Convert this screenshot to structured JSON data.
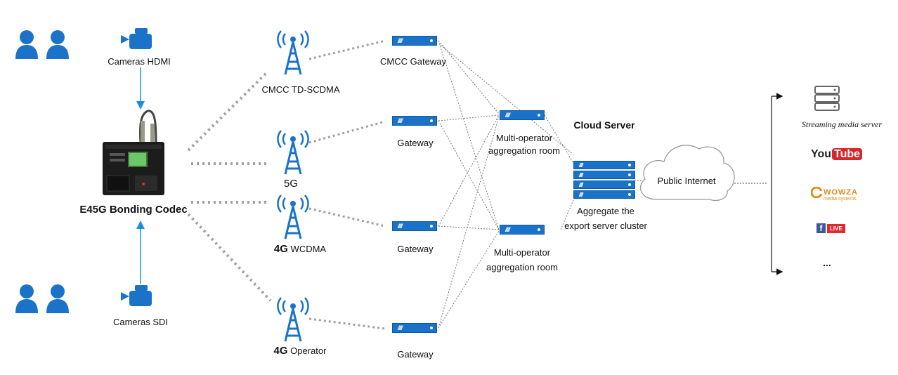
{
  "labels": {
    "cameras_hdmi": "Cameras HDMI",
    "cameras_sdi": "Cameras SDI",
    "encoder": "E45G Bonding Codec",
    "cmcc_tower": "CMCC TD-SCDMA",
    "fiveg_tower": "5G",
    "wcdma_tower_prefix": "4G",
    "wcdma_tower_suffix": "WCDMA",
    "operator_tower_prefix": "4G",
    "operator_tower_suffix": "Operator",
    "cmcc_gateway": "CMCC Gateway",
    "gateway_2": "Gateway",
    "gateway_3": "Gateway",
    "gateway_4": "Gateway",
    "agg_room_1_line1": "Multi-operator",
    "agg_room_1_line2": "aggregation room",
    "agg_room_2_line1": "Multi-operator",
    "agg_room_2_line2": "aggregation room",
    "cloud_server": "Cloud Server",
    "cluster_line1": "Aggregate the",
    "cluster_line2": "export server cluster",
    "public_internet": "Public Internet",
    "streaming_server": "Streaming media server",
    "youtube_you": "You",
    "youtube_tube": "Tube",
    "wowza_name": "WOWZA",
    "wowza_sub": "media systems",
    "facebook_f": "f",
    "facebook_live": "LIVE",
    "more": "..."
  },
  "colors": {
    "brand_blue": "#1a73c9",
    "dotted_gray": "#a0a0a0",
    "thin_line": "#777777",
    "cloud_stroke": "#9a9a9a"
  },
  "icons": {
    "people": "person-pair-icon",
    "camera": "video-camera-icon",
    "tower": "radio-tower-icon",
    "gateway": "gateway-server-icon",
    "cluster": "server-rack-icon",
    "cloud": "cloud-icon",
    "streaming": "server-stack-icon"
  }
}
